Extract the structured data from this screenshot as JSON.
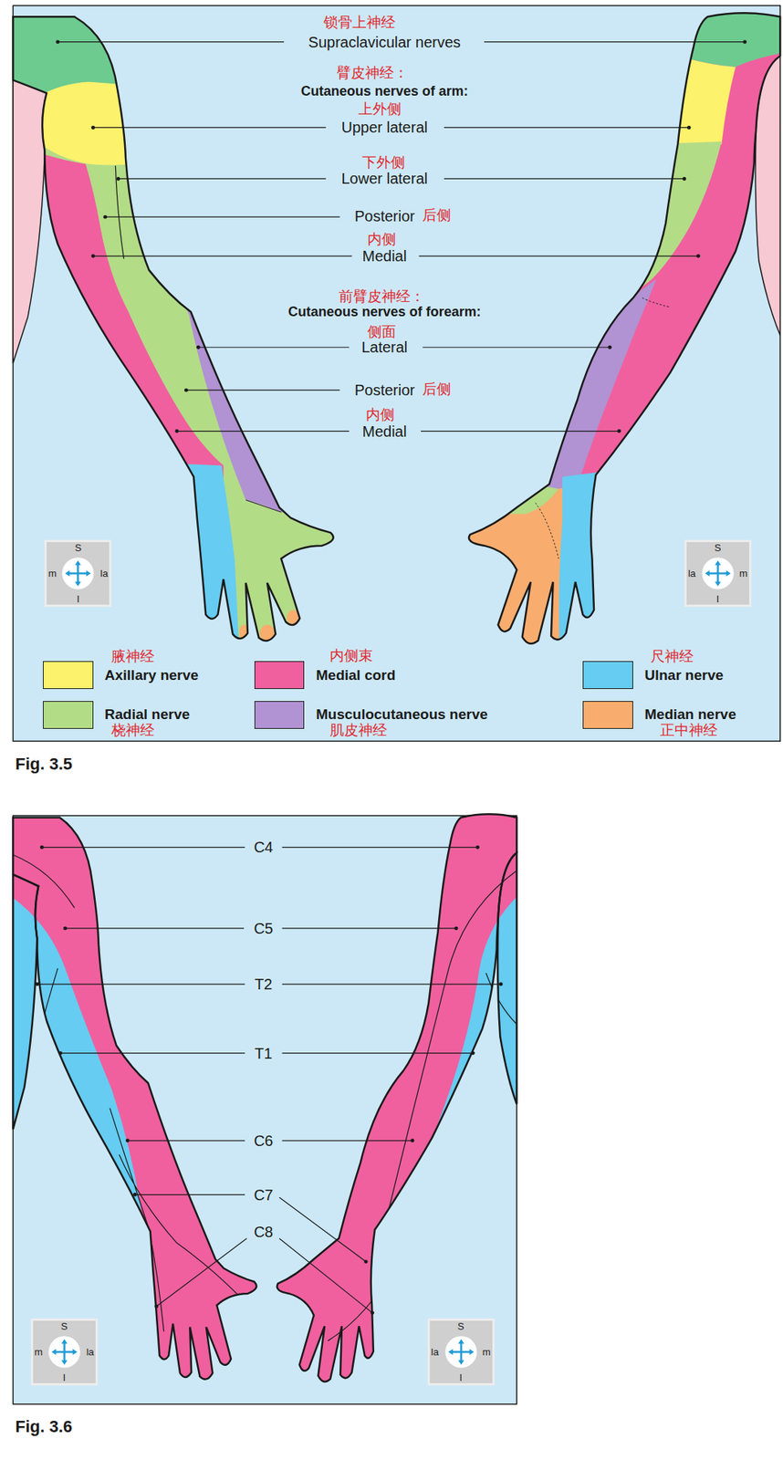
{
  "diagram": {
    "nodes": [
      {
        "text": [
          "S",
          "m",
          "la",
          "I"
        ]
      },
      {
        "text": [
          "S",
          "la",
          "m",
          "I"
        ]
      },
      {
        "text": [
          "S",
          "m",
          "la",
          "I"
        ]
      },
      {
        "text": [
          "S",
          "la",
          "m",
          "I"
        ]
      }
    ],
    "labels": [
      "锁骨上神经",
      "Supraclavicular nerves",
      "臂皮神经：",
      "Cutaneous nerves of arm:",
      "上外侧",
      "Upper lateral",
      "下外侧",
      "Lower lateral",
      "Posterior",
      "后侧",
      "内侧",
      "Medial",
      "前臂皮神经：",
      "Cutaneous nerves of forearm:",
      "侧面",
      "Lateral",
      "Posterior",
      "后侧",
      "内侧",
      "Medial",
      "腋神经",
      "内侧束",
      "尺神经",
      "桡神经",
      "肌皮神经",
      "正中神经",
      "Fig. 3.5",
      "C4",
      "C5",
      "T2",
      "T1",
      "C6",
      "C7",
      "C8",
      "Fig. 3.6"
    ],
    "legend": [
      {
        "text": "Axillary nerve",
        "color": "#fdf26c"
      },
      {
        "text": "Medial cord",
        "color": "#f0609e"
      },
      {
        "text": "Ulnar nerve",
        "color": "#66ccf2"
      },
      {
        "text": "Radial nerve",
        "color": "#b3dc87"
      },
      {
        "text": "Musculocutaneous nerve",
        "color": "#b192d2"
      },
      {
        "text": "Median nerve",
        "color": "#f8ad6e"
      }
    ]
  }
}
